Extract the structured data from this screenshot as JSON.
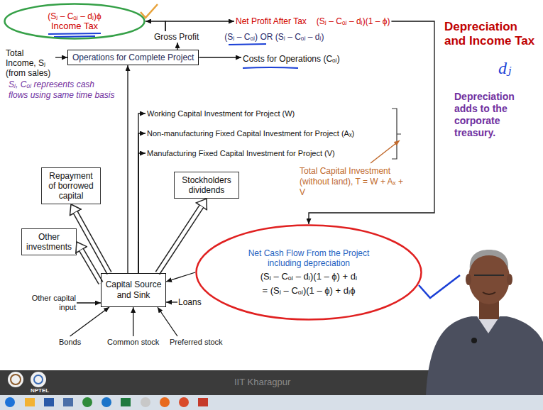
{
  "diagram": {
    "title": "Depreciation and Income Tax",
    "nodes": [
      {
        "text": [
          "Income Tax",
          "(Sⱼ – Cₒⱼ – dⱼ)ϕ"
        ]
      },
      {
        "text": [
          "Gross Profit",
          "(Sⱼ – Cₒⱼ) OR (Sⱼ – Cₒⱼ – dⱼ)"
        ]
      },
      {
        "text": [
          "Net Profit After Tax",
          "(Sⱼ – Cₒⱼ – dⱼ)(1 – ϕ)"
        ]
      },
      {
        "text": [
          "Total Income, Sⱼ (from sales)"
        ]
      },
      {
        "text": [
          "Operations for Complete Project"
        ]
      },
      {
        "text": [
          "Costs for Operations (Cₒⱼ)"
        ]
      },
      {
        "text": [
          "Working Capital Investment for Project (W)"
        ]
      },
      {
        "text": [
          "Non-manufacturing Fixed Capital Investment for Project (Aₓ)"
        ]
      },
      {
        "text": [
          "Manufacturing Fixed Capital Investment for Project (V)"
        ]
      },
      {
        "text": [
          "Total Capital Investment (without land), T = W + Aₓ + V"
        ]
      },
      {
        "text": [
          "Repayment of borrowed capital"
        ]
      },
      {
        "text": [
          "Stockholders dividends"
        ]
      },
      {
        "text": [
          "Other investments"
        ]
      },
      {
        "text": [
          "Capital Source and Sink"
        ]
      },
      {
        "text": [
          "Other capital input"
        ]
      },
      {
        "text": [
          "Bonds"
        ]
      },
      {
        "text": [
          "Common stock"
        ]
      },
      {
        "text": [
          "Preferred stock"
        ]
      },
      {
        "text": [
          "Loans"
        ]
      },
      {
        "text": [
          "Net Cash Flow From the Project including depreciation",
          "(Sⱼ – Cₒⱼ – dⱼ)(1 – ϕ) + dⱼ",
          "= (Sⱼ – Cₒⱼ)(1 – ϕ) + dⱼϕ"
        ]
      }
    ],
    "edges": [
      {
        "from": 1,
        "to": 0,
        "arrow": "to"
      },
      {
        "from": 1,
        "to": 2,
        "arrow": "to"
      },
      {
        "from": 4,
        "to": 1,
        "arrow": "to"
      },
      {
        "from": 3,
        "to": 4,
        "arrow": "to"
      },
      {
        "from": 4,
        "to": 5,
        "arrow": "to"
      },
      {
        "from": 2,
        "to": 19,
        "arrow": "to"
      },
      {
        "from": 13,
        "to": 4,
        "arrow": "to"
      },
      {
        "from": 13,
        "to": 6,
        "arrow": "to"
      },
      {
        "from": 13,
        "to": 7,
        "arrow": "to"
      },
      {
        "from": 13,
        "to": 8,
        "arrow": "to"
      },
      {
        "from": 13,
        "to": 10,
        "arrow": "to"
      },
      {
        "from": 13,
        "to": 11,
        "arrow": "to"
      },
      {
        "from": 13,
        "to": 12,
        "arrow": "to"
      },
      {
        "from": 14,
        "to": 13,
        "arrow": "to"
      },
      {
        "from": 15,
        "to": 13,
        "arrow": "to"
      },
      {
        "from": 16,
        "to": 13,
        "arrow": "to"
      },
      {
        "from": 17,
        "to": 13,
        "arrow": "to"
      },
      {
        "from": 18,
        "to": 13,
        "arrow": "to"
      },
      {
        "from": 19,
        "to": 13,
        "arrow": "to"
      }
    ],
    "labels": [
      "Sⱼ, Cₒⱼ represents cash flows using same time basis",
      "dⱼ",
      "Depreciation adds to the corporate treasury.",
      "NPTEL",
      "IIT Kharagpur"
    ]
  }
}
